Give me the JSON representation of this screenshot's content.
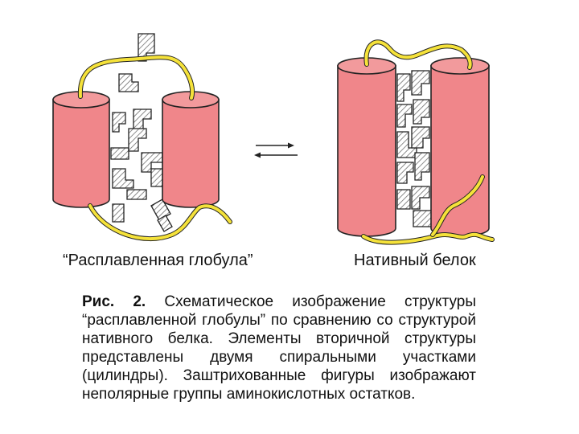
{
  "figure": {
    "label_left": "“Расплавленная глобула”",
    "label_right": "Нативный белок",
    "arrow_icon": "equilibrium-arrows-icon",
    "colors": {
      "helix": "#f0868a",
      "helix_top": "#f29a9c",
      "chain": "#f5e23a",
      "hatch": "#7a7a7a"
    }
  },
  "caption": {
    "figure_number": "Рис. 2.",
    "text": "Схематическое изображение структуры “расплавленной глобулы” по сравнению со структурой нативного белка. Элементы вторичной структуры представлены двумя спиральными участками (цилиндры). Заштрихованные фигуры изображают неполярные группы аминокислотных остатков."
  }
}
